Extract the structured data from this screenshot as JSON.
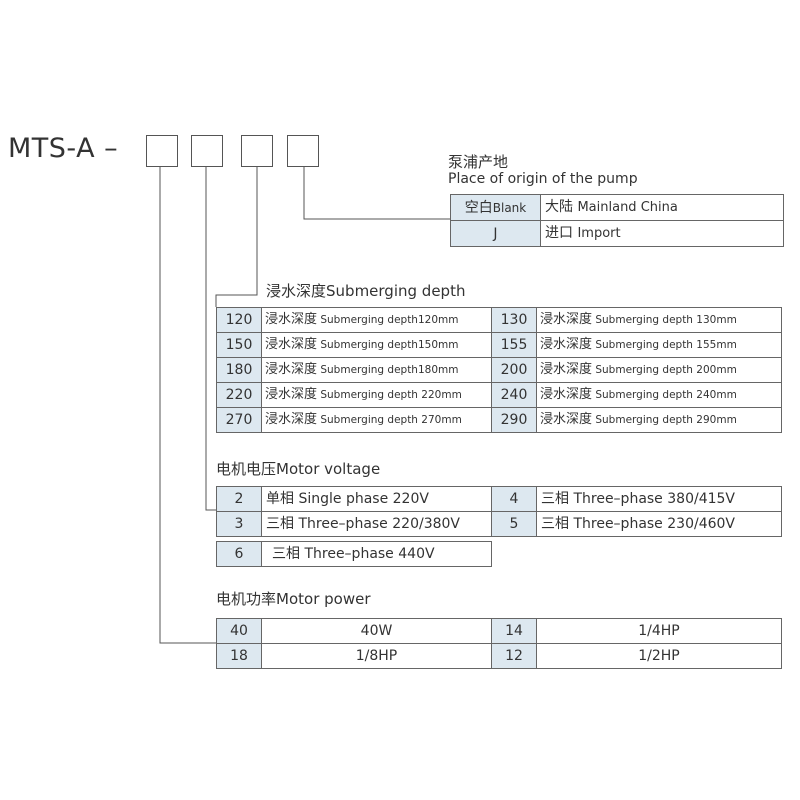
{
  "model": "MTS-A –",
  "origin": {
    "title_cn": "泵浦产地",
    "title_en": "Place of origin of the pump",
    "rows": [
      {
        "code_cn": "空白",
        "code_en": "Blank",
        "desc_cn": "大陆",
        "desc_en": "Mainland China"
      },
      {
        "code_cn": "",
        "code_en": "J",
        "desc_cn": "进口",
        "desc_en": "Import"
      }
    ]
  },
  "depth": {
    "title_cn": "浸水深度",
    "title_en": "Submerging depth",
    "rows": [
      {
        "c1": "120",
        "d1": "Submerging depth120mm",
        "c2": "130",
        "d2": "Submerging depth 130mm"
      },
      {
        "c1": "150",
        "d1": "Submerging depth150mm",
        "c2": "155",
        "d2": "Submerging depth 155mm"
      },
      {
        "c1": "180",
        "d1": "Submerging depth180mm",
        "c2": "200",
        "d2": "Submerging depth 200mm"
      },
      {
        "c1": "220",
        "d1": "Submerging depth 220mm",
        "c2": "240",
        "d2": "Submerging depth 240mm"
      },
      {
        "c1": "270",
        "d1": "Submerging depth 270mm",
        "c2": "290",
        "d2": "Submerging depth 290mm"
      }
    ]
  },
  "voltage": {
    "title_cn": "电机电压",
    "title_en": "Motor voltage",
    "rows": [
      {
        "c1": "2",
        "cn1": "单相",
        "d1": "Single phase 220V",
        "c2": "4",
        "cn2": "三相",
        "d2": "Three–phase 380/415V"
      },
      {
        "c1": "3",
        "cn1": "三相",
        "d1": "Three–phase 220/380V",
        "c2": "5",
        "cn2": "三相",
        "d2": "Three–phase 230/460V"
      },
      {
        "c1": "6",
        "cn1": "三相",
        "d1": "Three–phase 440V"
      }
    ]
  },
  "power": {
    "title_cn": "电机功率",
    "title_en": "Motor power",
    "rows": [
      {
        "c1": "40",
        "d1": "40W",
        "c2": "14",
        "d2": "1/4HP"
      },
      {
        "c1": "18",
        "d1": "1/8HP",
        "c2": "12",
        "d2": "1/2HP"
      }
    ]
  },
  "depth_prefix_cn": "浸水深度",
  "colors": {
    "code_bg": "#dde8f0",
    "line": "#555555"
  }
}
